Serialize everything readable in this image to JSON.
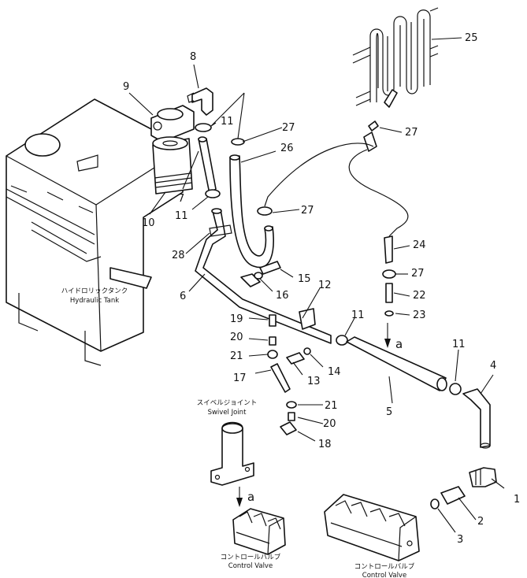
{
  "callouts": [
    {
      "id": "1",
      "text": "1"
    },
    {
      "id": "2",
      "text": "2"
    },
    {
      "id": "3",
      "text": "3"
    },
    {
      "id": "4",
      "text": "4"
    },
    {
      "id": "5",
      "text": "5"
    },
    {
      "id": "6",
      "text": "6"
    },
    {
      "id": "7",
      "text": "7"
    },
    {
      "id": "8",
      "text": "8"
    },
    {
      "id": "9",
      "text": "9"
    },
    {
      "id": "10",
      "text": "10"
    },
    {
      "id": "11a",
      "text": "11"
    },
    {
      "id": "11b",
      "text": "11"
    },
    {
      "id": "11c",
      "text": "11"
    },
    {
      "id": "11d",
      "text": "11"
    },
    {
      "id": "12",
      "text": "12"
    },
    {
      "id": "13",
      "text": "13"
    },
    {
      "id": "14",
      "text": "14"
    },
    {
      "id": "15",
      "text": "15"
    },
    {
      "id": "16",
      "text": "16"
    },
    {
      "id": "17",
      "text": "17"
    },
    {
      "id": "18",
      "text": "18"
    },
    {
      "id": "19",
      "text": "19"
    },
    {
      "id": "20a",
      "text": "20"
    },
    {
      "id": "20b",
      "text": "20"
    },
    {
      "id": "21a",
      "text": "21"
    },
    {
      "id": "21b",
      "text": "21"
    },
    {
      "id": "22",
      "text": "22"
    },
    {
      "id": "23",
      "text": "23"
    },
    {
      "id": "24",
      "text": "24"
    },
    {
      "id": "25",
      "text": "25"
    },
    {
      "id": "26",
      "text": "26"
    },
    {
      "id": "27a",
      "text": "27"
    },
    {
      "id": "27b",
      "text": "27"
    },
    {
      "id": "27c",
      "text": "27"
    },
    {
      "id": "27d",
      "text": "27"
    },
    {
      "id": "28",
      "text": "28"
    }
  ],
  "labels": {
    "tank_jp": "ハイドロリックタンク",
    "tank_en": "Hydraulic  Tank",
    "swivel_jp": "スイベルジョイント",
    "swivel_en": "Swivel  Joint",
    "cv_left_jp": "コントロールバルブ",
    "cv_left_en": "Control  Valve",
    "cv_right_jp": "コントロールバルブ",
    "cv_right_en": "Control  Valve",
    "arrow_a_top": "a",
    "arrow_a_bottom": "a"
  }
}
